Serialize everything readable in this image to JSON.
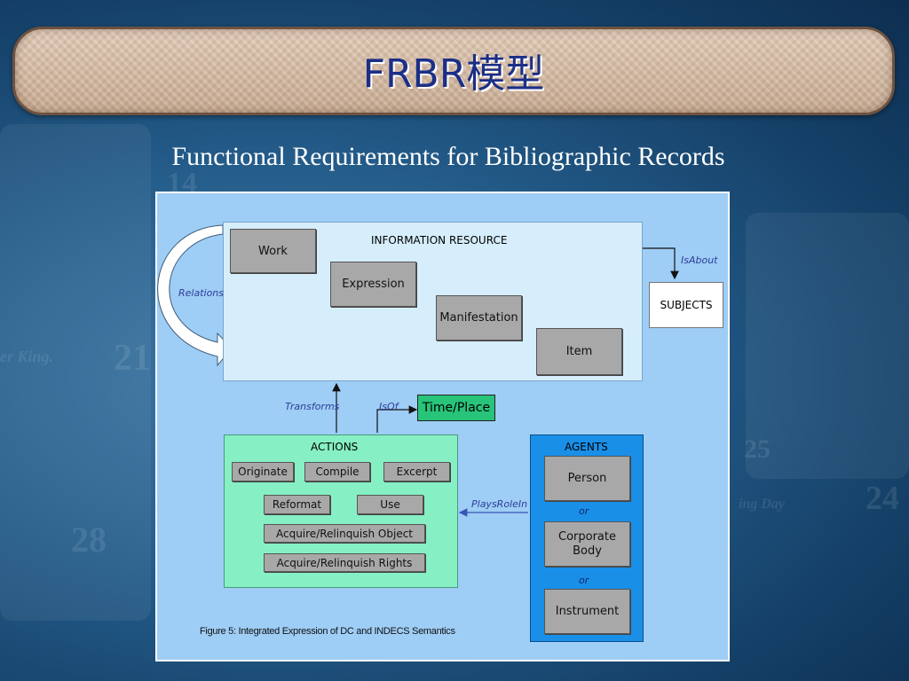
{
  "slide": {
    "title": "FRBR模型",
    "subtitle": "Functional Requirements for Bibliographic Records"
  },
  "background": {
    "numbers": [
      "14",
      "21",
      "28",
      "24",
      "25"
    ],
    "words": [
      "er King.",
      "ing Day"
    ]
  },
  "diagram": {
    "information_resource": {
      "label": "INFORMATION RESOURCE",
      "entities": [
        "Work",
        "Expression",
        "Manifestation",
        "Item"
      ]
    },
    "subjects": "SUBJECTS",
    "relations_label": "Relations",
    "is_about_label": "IsAbout",
    "transforms_label": "Transforms",
    "is_of_label": "IsOf",
    "time_place": "Time/Place",
    "plays_role_in_label": "PlaysRoleIn",
    "actions": {
      "label": "ACTIONS",
      "items": [
        "Originate",
        "Compile",
        "Excerpt",
        "Reformat",
        "Use",
        "Acquire/Relinquish Object",
        "Acquire/Relinquish Rights"
      ]
    },
    "agents": {
      "label": "AGENTS",
      "items": [
        "Person",
        "Corporate Body",
        "Instrument"
      ],
      "separator": "or"
    },
    "caption": "Figure 5: Integrated Expression of DC and INDECS Semantics"
  },
  "colors": {
    "title_text": "#1c2f86",
    "figure_bg": "#9ecdf5",
    "info_resource_bg": "#d6eefc",
    "actions_bg": "#86f0c4",
    "time_place_bg": "#27c47a",
    "agents_bg": "#1a8fe8",
    "entity_grey": "#a8a8a8"
  }
}
